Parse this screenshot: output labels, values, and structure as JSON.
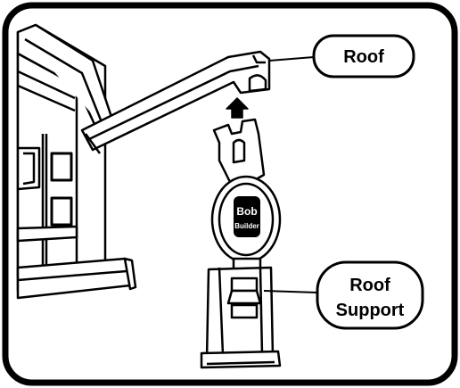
{
  "callouts": {
    "roof": {
      "label": "Roof"
    },
    "roof_support": {
      "line1": "Roof",
      "line2": "Support"
    }
  },
  "badge": {
    "line1": "Bob",
    "line2": "Builder"
  },
  "colors": {
    "ink": "#000000",
    "paper": "#ffffff"
  }
}
